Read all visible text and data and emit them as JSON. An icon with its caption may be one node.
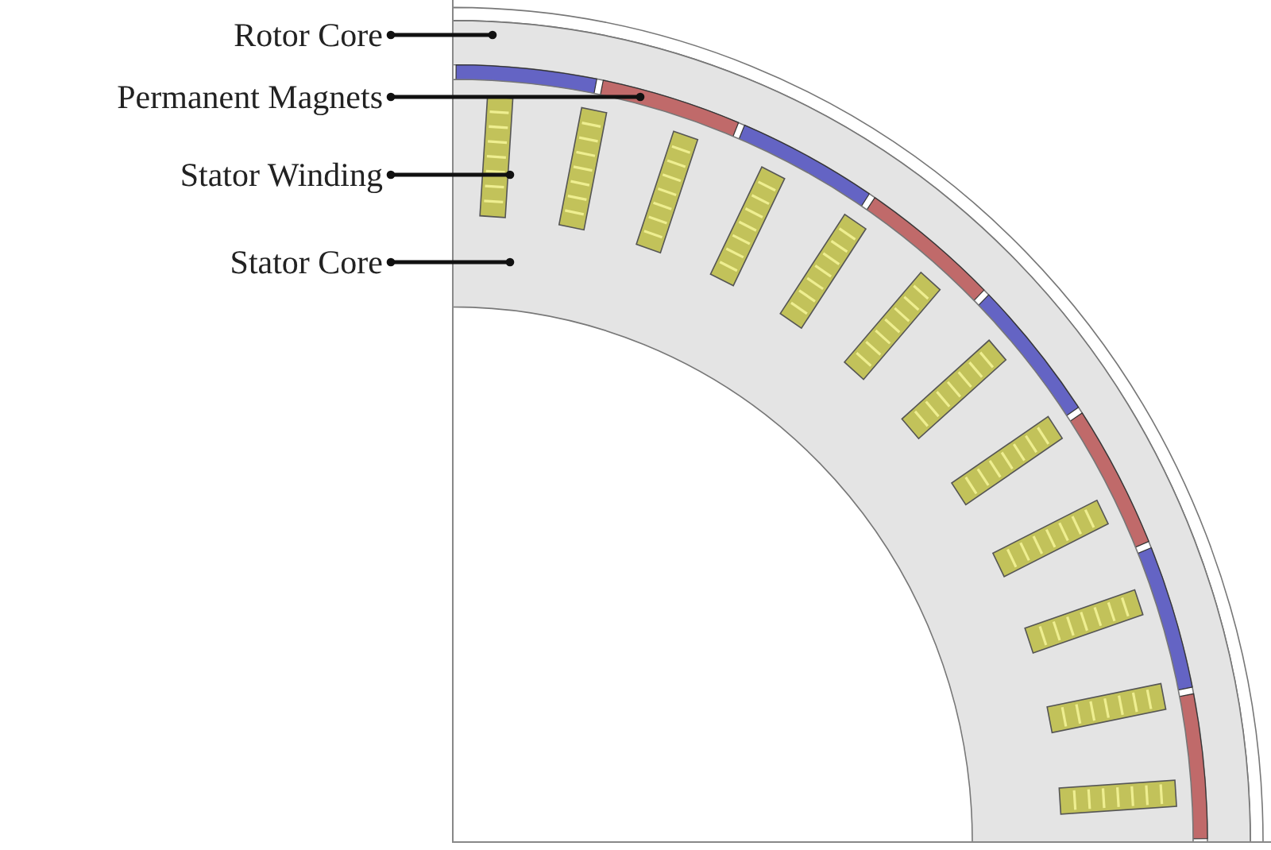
{
  "diagram": {
    "nodes": [
      {
        "text": [
          "Rotor Core"
        ]
      },
      {
        "text": [
          "Permanent Magnets"
        ]
      },
      {
        "text": [
          "Stator Winding"
        ]
      },
      {
        "text": [
          "Stator Core"
        ]
      },
      {
        "text": [],
        "shape": "ring"
      },
      {
        "text": [],
        "shape": "bar"
      },
      {
        "text": [],
        "shape": "box",
        "in": 7
      },
      {
        "text": [],
        "shape": "ring"
      }
    ],
    "edges": [
      {
        "from": 0,
        "to": 4,
        "arrow": "other"
      },
      {
        "from": 1,
        "to": 5,
        "arrow": "other"
      },
      {
        "from": 2,
        "to": 6,
        "arrow": "other"
      },
      {
        "from": 3,
        "to": 7,
        "arrow": "other"
      }
    ]
  }
}
